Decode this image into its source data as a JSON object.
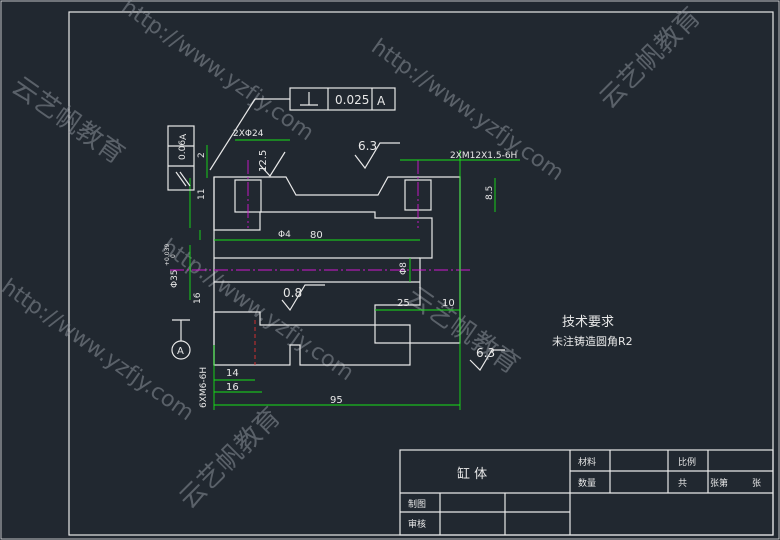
{
  "drawing": {
    "part_name": "缸 体",
    "tech_title": "技术要求",
    "tech_note": "未注铸造圆角R2",
    "flatness_value": "0.025",
    "flatness_datum": "A",
    "parallel_value": "0.06",
    "parallel_datum": "A",
    "datum_letter": "A",
    "holes_label": "2XΦ24",
    "thread_label": "2XM12X1.5-6H",
    "side_thread_label": "6XM6-6H",
    "dims": {
      "d_80": "80",
      "d_95": "95",
      "d_25": "25",
      "d_10": "10",
      "d_14": "14",
      "d_16": "16",
      "d_11": "11",
      "d_2": "2",
      "d_85": "8.5",
      "d_phi4": "Φ4",
      "d_phi8": "Φ8",
      "d_phi35": "Φ35",
      "d_phi35_tol_up": "+0.039",
      "d_phi35_tol_lo": "0",
      "d_16v": "16"
    },
    "roughness": {
      "r1": "12.5",
      "r2": "6.3",
      "r3": "0.8",
      "r4": "6.3"
    }
  },
  "title_block": {
    "material_label": "材料",
    "scale_label": "比例",
    "quantity_label": "数量",
    "sheets_label": "共",
    "sheet_label": "张第",
    "sheet_suffix": "张",
    "drawn_label": "制图",
    "checked_label": "审核"
  },
  "watermarks": {
    "url": "http://www.yzfjy.com",
    "brand": "云艺帆教育"
  },
  "colors": {
    "background": "#212830",
    "outline": "#e8e8e8",
    "dimension": "#18e018",
    "centerline": "#d018d0",
    "hatch": "#18d0d0",
    "hidden": "#e03030"
  }
}
